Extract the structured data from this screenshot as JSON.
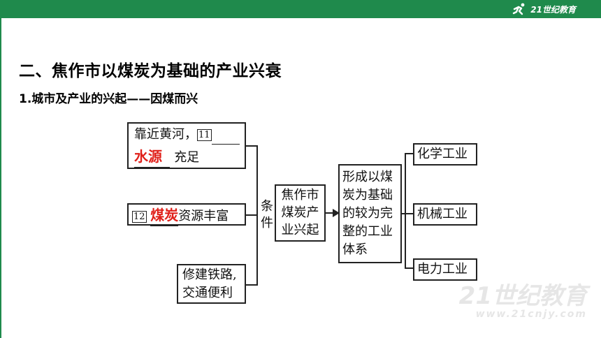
{
  "header": {
    "logo_text": "21世纪教育"
  },
  "slide": {
    "title": "二、焦作市以煤炭为基础的产业兴衰",
    "subtitle": "1.城市及产业的兴起——因煤而兴"
  },
  "diagram": {
    "cond1": {
      "line1": "靠近黄河，",
      "num": "11",
      "answer": "水源",
      "tail": "充足"
    },
    "cond2": {
      "num": "12",
      "answer": "煤炭",
      "tail": "资源丰富"
    },
    "cond3": {
      "line1": "修建铁路,",
      "line2": "交通便利"
    },
    "condition_label": [
      "条",
      "件"
    ],
    "rise": [
      "焦作市",
      "煤炭产",
      "业兴起"
    ],
    "system": [
      "形成以煤",
      "炭为基础",
      "的较为完",
      "整的工业",
      "体系"
    ],
    "industries": [
      "化学工业",
      "机械工业",
      "电力工业"
    ]
  },
  "watermark": {
    "text": "21世纪教育",
    "sub": "www.21cnjy.com"
  }
}
